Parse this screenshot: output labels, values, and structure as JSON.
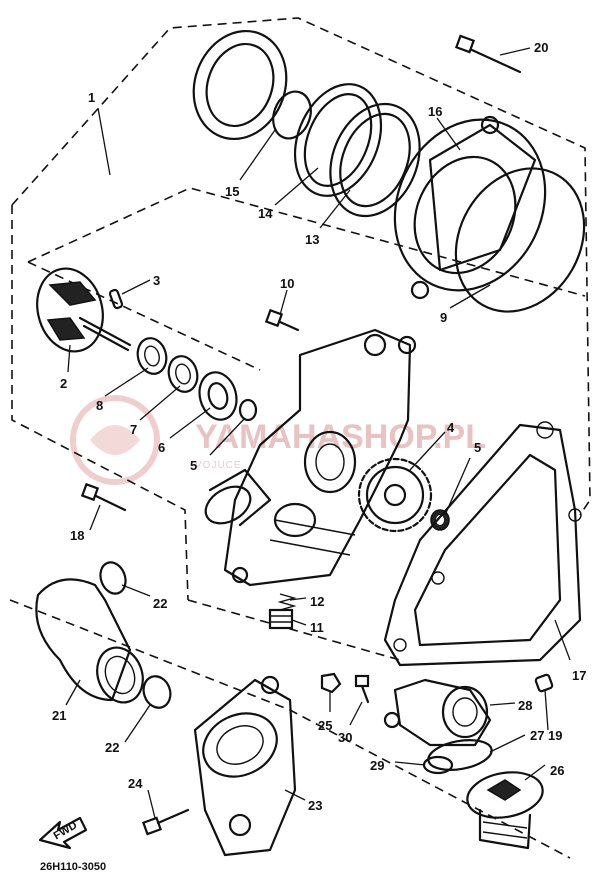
{
  "watermark": {
    "brand": "YAMAHASHOP.PL",
    "tagline": "VOJUCE"
  },
  "drawing_code": "26H110-3050",
  "fwd_label": "FWD",
  "callouts": {
    "c1": "1",
    "c2": "2",
    "c3": "3",
    "c4": "4",
    "c5a": "5",
    "c5b": "5",
    "c6": "6",
    "c7": "7",
    "c8": "8",
    "c9": "9",
    "c10": "10",
    "c11": "11",
    "c12": "12",
    "c13": "13",
    "c14": "14",
    "c15": "15",
    "c16": "16",
    "c17": "17",
    "c18": "18",
    "c19": "19",
    "c20": "20",
    "c21": "21",
    "c22a": "22",
    "c22b": "22",
    "c23": "23",
    "c24": "24",
    "c25": "25",
    "c26": "26",
    "c27": "27",
    "c28": "28",
    "c29": "29",
    "c30": "30"
  }
}
